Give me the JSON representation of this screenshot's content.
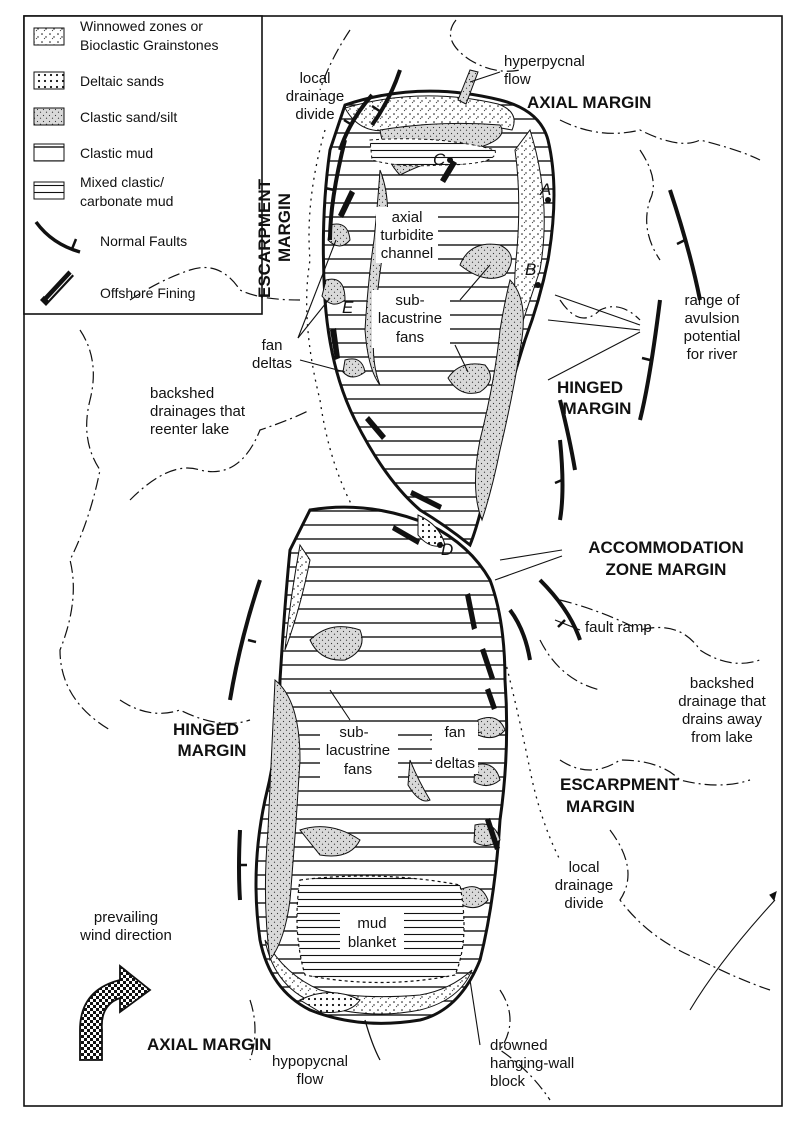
{
  "legend": {
    "items": [
      {
        "key": "winnowed",
        "lines": [
          "Winnowed zones or",
          "Bioclastic Grainstones"
        ]
      },
      {
        "key": "deltaic",
        "lines": [
          "Deltaic sands"
        ]
      },
      {
        "key": "clastic_sand",
        "lines": [
          "Clastic sand/silt"
        ]
      },
      {
        "key": "clastic_mud",
        "lines": [
          "Clastic mud"
        ]
      },
      {
        "key": "mixed_mud",
        "lines": [
          "Mixed clastic/",
          "carbonate mud"
        ]
      },
      {
        "key": "faults",
        "lines": [
          "Normal Faults"
        ]
      },
      {
        "key": "fining",
        "lines": [
          "Offshore Fining"
        ]
      }
    ]
  },
  "labels": {
    "hyperpycnal": [
      "hyperpycnal",
      "flow"
    ],
    "axial_top": "AXIAL MARGIN",
    "local_divide_top": [
      "local",
      "drainage",
      "divide"
    ],
    "escarpment_left": [
      "ESCARPMENT",
      "MARGIN"
    ],
    "axial_turbidite": [
      "axial",
      "turbidite",
      "channel"
    ],
    "sublac_top": [
      "sub-",
      "lacustrine",
      "fans"
    ],
    "fan_deltas_left": [
      "fan",
      "deltas"
    ],
    "range_avulsion": [
      "range of",
      "avulsion",
      "potential",
      "for river"
    ],
    "hinged_right": [
      "HINGED",
      "MARGIN"
    ],
    "backshed_reenter": [
      "backshed",
      "drainages that",
      "reenter lake"
    ],
    "accommodation": [
      "ACCOMMODATION",
      "ZONE MARGIN"
    ],
    "fault_ramp": "fault ramp",
    "backshed_away": [
      "backshed",
      "drainage that",
      "drains away",
      "from lake"
    ],
    "hinged_left": [
      "HINGED",
      "MARGIN"
    ],
    "sublac_bottom": [
      "sub-",
      "lacustrine",
      "fans"
    ],
    "fan_deltas_bottom": [
      "fan",
      "deltas"
    ],
    "escarpment_right": [
      "ESCARPMENT",
      "MARGIN"
    ],
    "local_divide_bottom": [
      "local",
      "drainage",
      "divide"
    ],
    "prevailing_wind": [
      "prevailing",
      "wind direction"
    ],
    "mud_blanket": [
      "mud",
      "blanket"
    ],
    "axial_bottom": "AXIAL MARGIN",
    "hypopycnal": [
      "hypopycnal",
      "flow"
    ],
    "drowned_block": [
      "drowned",
      "hanging-wall",
      "block"
    ]
  },
  "site_letters": {
    "a": "A",
    "b": "B",
    "c": "C",
    "d": "D",
    "e": "E"
  },
  "colors": {
    "ink": "#111111",
    "paper": "#ffffff",
    "fill_gray": "#d9d9d9"
  }
}
